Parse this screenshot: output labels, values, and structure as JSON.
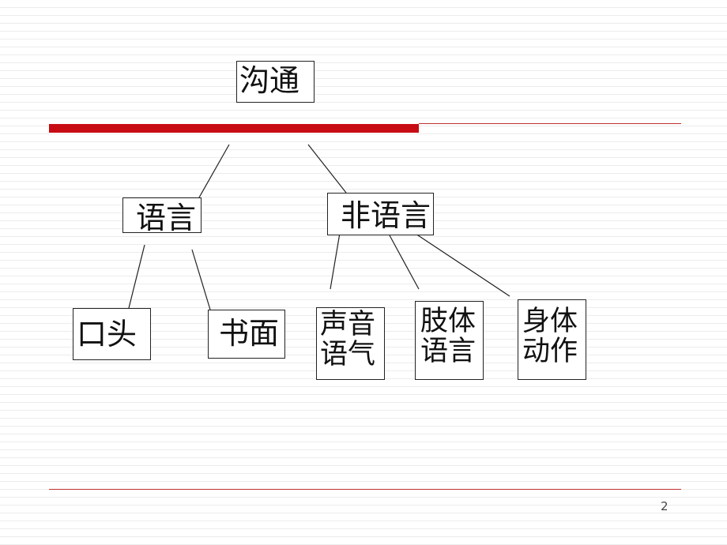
{
  "diagram": {
    "root": "沟通",
    "verbal": "语言",
    "nonverbal": "非语言",
    "oral": "口头",
    "written": "书面",
    "voice": [
      "声音",
      "语气"
    ],
    "body_language": [
      "肢体",
      "语言"
    ],
    "body_movement": [
      "身体",
      "动作"
    ]
  },
  "page_number": "2",
  "colors": {
    "accent": "#c80c14",
    "line": "#222222"
  }
}
